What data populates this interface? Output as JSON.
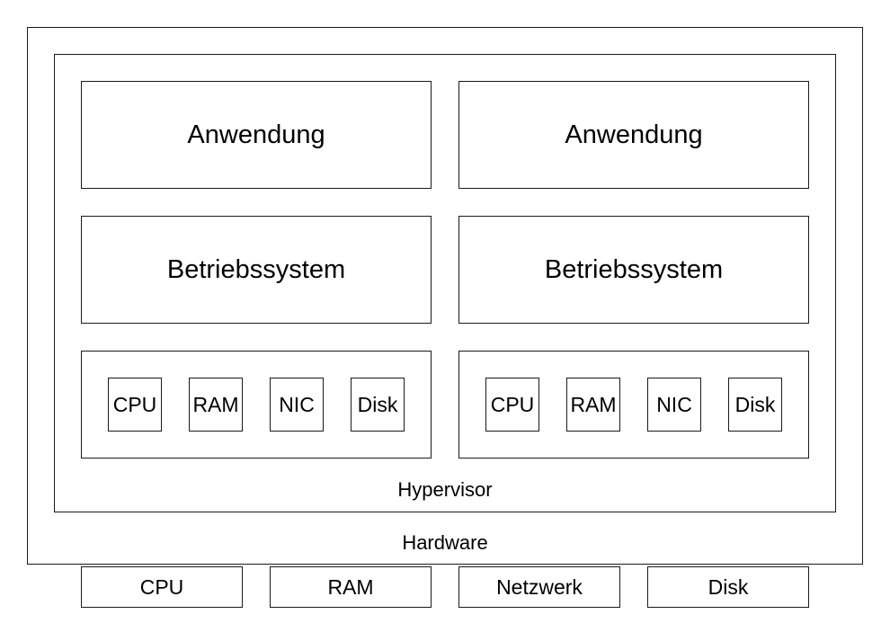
{
  "diagram": {
    "title_hint": "hypervisor-virtualization-architecture",
    "colors": {
      "background": "#ffffff",
      "border": "#1a1a1a",
      "text": "#000000"
    },
    "layers": {
      "hardware_label": "Hardware",
      "hypervisor_label": "Hypervisor"
    },
    "vms": [
      {
        "application_label": "Anwendung",
        "os_label": "Betriebssystem",
        "devices": [
          "CPU",
          "RAM",
          "NIC",
          "Disk"
        ]
      },
      {
        "application_label": "Anwendung",
        "os_label": "Betriebssystem",
        "devices": [
          "CPU",
          "RAM",
          "NIC",
          "Disk"
        ]
      }
    ],
    "physical_devices": [
      "CPU",
      "RAM",
      "Netzwerk",
      "Disk"
    ]
  }
}
